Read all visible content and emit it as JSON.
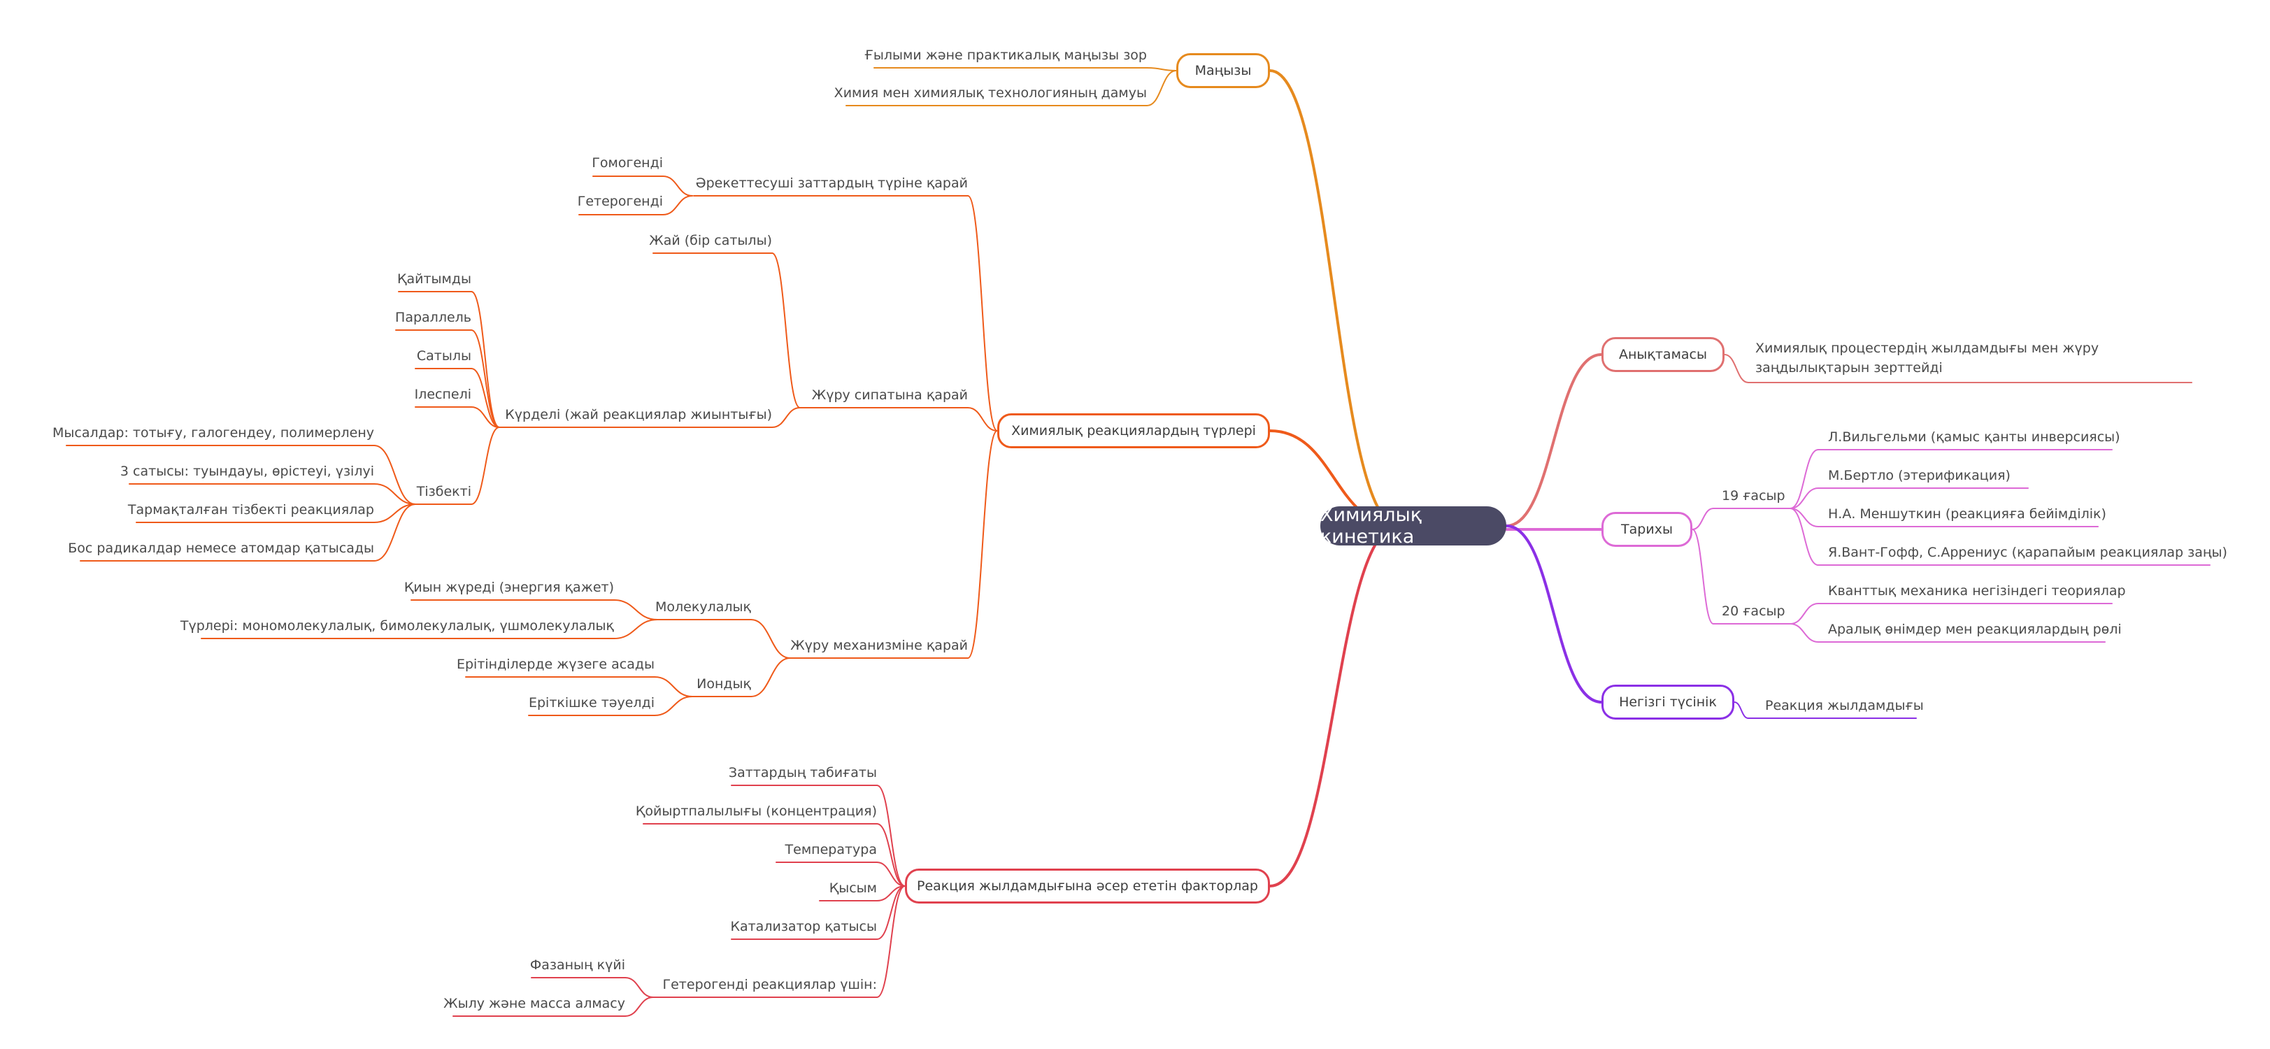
{
  "root": "Химиялық кинетика",
  "colors": {
    "root_fill": "#4b4a65",
    "orange": "#e68a1e",
    "deep_orange": "#ef5a1a",
    "red": "#e0414e",
    "salmon": "#e07070",
    "pink": "#dd6ad6",
    "purple": "#8b30e6"
  },
  "branches": {
    "manyzy": {
      "label": "Маңызы",
      "items": [
        "Ғылыми және практикалық маңызы зор",
        "Химия мен химиялық технологияның дамуы"
      ]
    },
    "turleri": {
      "label": "Химиялық реакциялардың түрлері",
      "areket": {
        "label": "Әрекеттесуші заттардың түріне қарай",
        "items": [
          "Гомогенді",
          "Гетерогенді"
        ]
      },
      "zhuru": {
        "label": "Жүру сипатына қарай",
        "zhai": "Жай (бір сатылы)",
        "kurdeli": {
          "label": "Күрделі (жай реакциялар жиынтығы)",
          "items": [
            "Қайтымды",
            "Параллель",
            "Сатылы",
            "Ілеспелі"
          ],
          "tizbekti": {
            "label": "Тізбекті",
            "items": [
              "Мысалдар: тотығу, галогендеу, полимерлену",
              "3 сатысы: туындауы, өрістеуі, үзілуі",
              "Тармақталған тізбекті реакциялар",
              "Бос радикалдар немесе атомдар қатысады"
            ]
          }
        }
      },
      "mech": {
        "label": "Жүру механизміне қарай",
        "mol": {
          "label": "Молекулалық",
          "items": [
            "Қиын жүреді (энергия қажет)",
            "Түрлері: мономолекулалық, бимолекулалық, үшмолекулалық"
          ]
        },
        "ion": {
          "label": "Иондық",
          "items": [
            "Ерітінділерде жүзеге асады",
            "Еріткішке тәуелді"
          ]
        }
      }
    },
    "factors": {
      "label": "Реакция жылдамдығына әсер ететін факторлар",
      "items": [
        "Заттардың табиғаты",
        "Қойыртпалылығы (концентрация)",
        "Температура",
        "Қысым",
        "Катализатор қатысы"
      ],
      "het": {
        "label": "Гетерогенді реакциялар үшін:",
        "items": [
          "Фазаның күйі",
          "Жылу және масса алмасу"
        ]
      }
    },
    "def": {
      "label": "Анықтамасы",
      "text": "Химиялық процестердің жылдамдығы мен жүру заңдылықтарын зерттейді"
    },
    "history": {
      "label": "Тарихы",
      "c19": {
        "label": "19 ғасыр",
        "items": [
          "Л.Вильгельми (қамыс қанты инверсиясы)",
          "М.Бертло (этерификация)",
          "Н.А. Меншуткин (реакцияға бейімділік)",
          "Я.Вант-Гофф, С.Аррениус (қарапайым реакциялар заңы)"
        ]
      },
      "c20": {
        "label": "20 ғасыр",
        "items": [
          "Кванттық механика негізіндегі теориялар",
          "Аралық өнімдер мен реакциялардың рөлі"
        ]
      }
    },
    "concept": {
      "label": "Негізгі түсінік",
      "items": [
        "Реакция жылдамдығы"
      ]
    }
  }
}
